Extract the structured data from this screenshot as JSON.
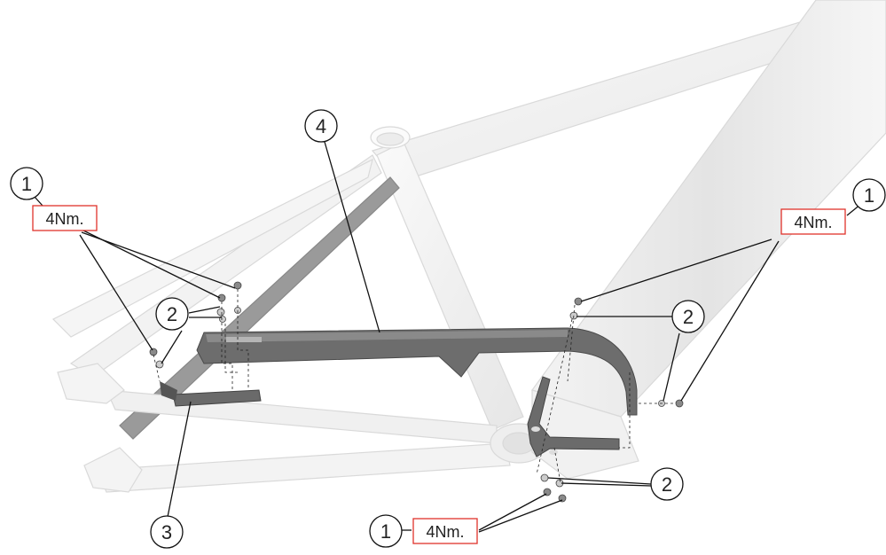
{
  "torque_spec": "4Nm.",
  "callouts": {
    "fastener": "1",
    "washer": "2",
    "lower_guard": "3",
    "chain_guard": "4"
  },
  "colors": {
    "frame": "#f1f1f1",
    "frame_edge": "#d6d6d6",
    "part": "#6b6b6b",
    "part_dark": "#4a4a4a",
    "torque_box": "#e0322b",
    "leader": "#111111"
  }
}
